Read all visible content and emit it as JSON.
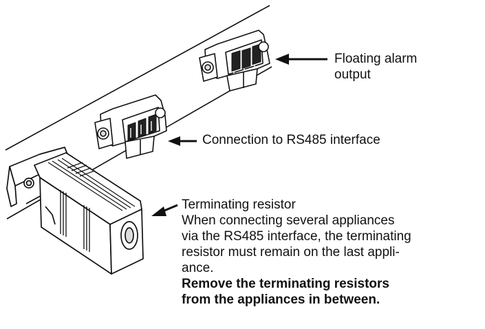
{
  "callouts": {
    "alarm": {
      "line1": "Floating alarm",
      "line2": "output"
    },
    "rs485": {
      "text": "Connection to RS485 interface"
    },
    "resistor": {
      "title": "Terminating resistor",
      "desc1": "When connecting several appliances",
      "desc2": "via the RS485 interface, the terminating",
      "desc3": "resistor must remain on the last appli-",
      "desc4": "ance.",
      "warn1": "Remove the terminating resistors",
      "warn2": "from the appliances in between."
    }
  },
  "colors": {
    "stroke": "#111111",
    "fill": "#ffffff",
    "shade": "#d8d8d8",
    "dark": "#222222"
  }
}
